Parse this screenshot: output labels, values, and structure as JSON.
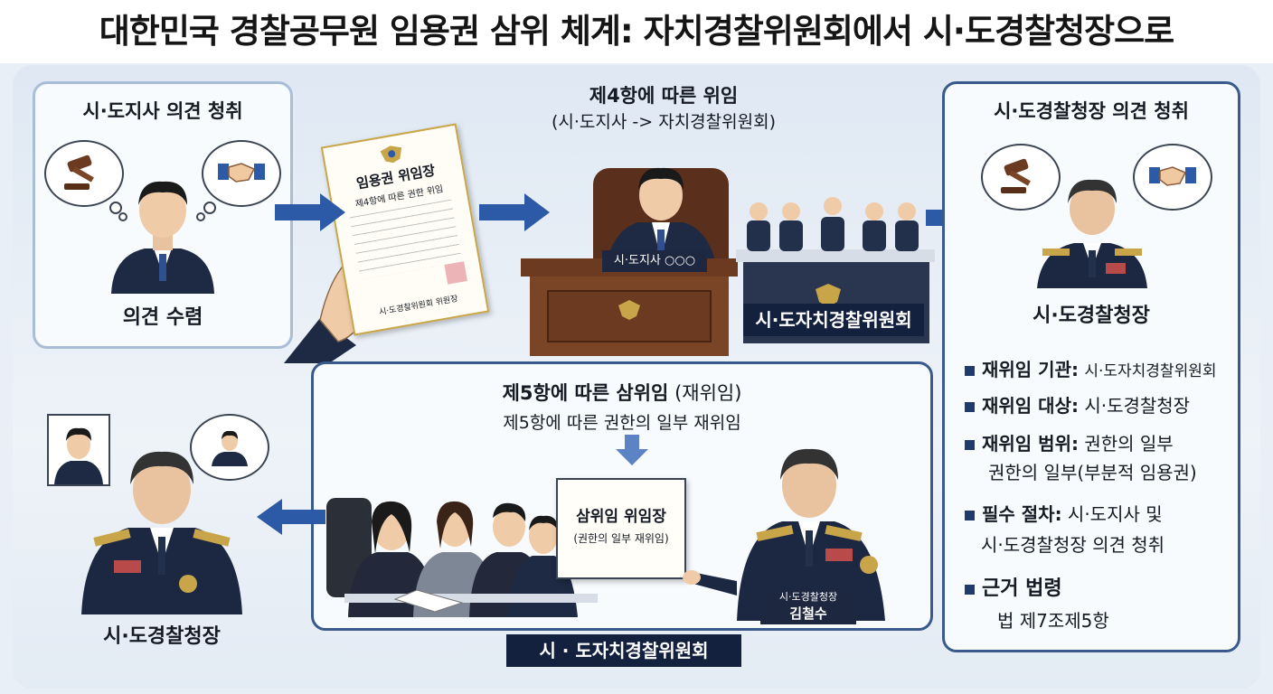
{
  "title": "대한민국 경찰공무원 임용권 삼위 체계: 자치경찰위원회에서 시·도경찰청장으로",
  "left_top": {
    "heading": "시·도지사 의견 청취",
    "caption": "의견 수렴",
    "icons": [
      "gavel-icon",
      "handshake-icon"
    ]
  },
  "document": {
    "title": "임용권 위임장",
    "line1": "제4항에 따른 권한 위임",
    "footer": "시·도경찰위원회 위원장"
  },
  "center_top": {
    "heading": "제4항에 따른 위임",
    "subheading": "(시·도지사 -> 자치경찰위원회)",
    "nameplate": "시·도지사 ○○○",
    "committee_label": "시·도자치경찰위원회"
  },
  "right_top": {
    "heading": "시·도경찰청장 의견 청취",
    "caption": "시·도경찰청장"
  },
  "info": {
    "items": [
      {
        "key": "재위임 기관:",
        "value": "시·도자치경찰위원회"
      },
      {
        "key": "재위임 대상:",
        "value": "시·도경찰청장"
      },
      {
        "key": "재위임 범위:",
        "value": "권한의 일부",
        "extra": "권한의 일부(부분적 임용권)"
      },
      {
        "key": "필수 절차:",
        "value": "시·도지사 및",
        "extra": "시·도경찰청장 의견 청취"
      },
      {
        "key": "근거 법령",
        "value": "",
        "extra": "법 제7조제5항"
      }
    ]
  },
  "bottom_center": {
    "heading_bold": "제5항에 따른 삼위임",
    "heading_normal": "(재위임)",
    "subheading": "제5항에 따른 권한의 일부 재위임",
    "doc_title": "삼위임 위임장",
    "doc_sub": "(권한의 일부 재위임)",
    "badge_line1": "시·도경찰청장",
    "badge_line2": "김철수",
    "label": "시 · 도자치경찰위원회"
  },
  "bottom_left": {
    "caption": "시·도경찰청장"
  },
  "colors": {
    "navy": "#13213f",
    "arrow_blue": "#2d5aa6",
    "panel_border": "#a9bdd6"
  }
}
